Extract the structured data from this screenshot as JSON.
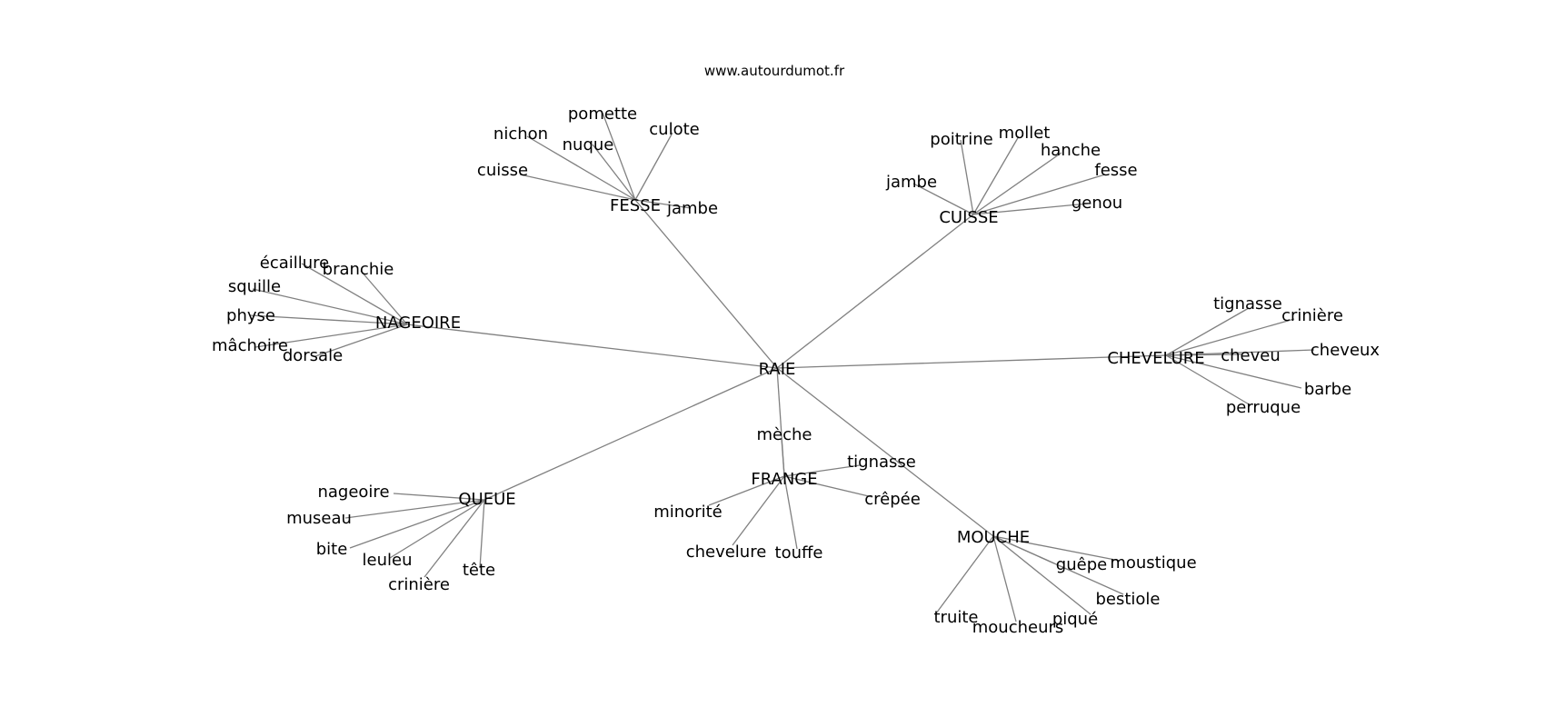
{
  "site_label": "www.autourdumot.fr",
  "graph": {
    "center": "RAIE",
    "clusters": [
      {
        "hub": "FESSE",
        "leaves": [
          "pomette",
          "nichon",
          "nuque",
          "culote",
          "cuisse",
          "jambe"
        ]
      },
      {
        "hub": "CUISSE",
        "leaves": [
          "poitrine",
          "mollet",
          "hanche",
          "fesse",
          "jambe",
          "genou"
        ]
      },
      {
        "hub": "NAGEOIRE",
        "leaves": [
          "écaillure",
          "branchie",
          "squille",
          "physe",
          "mâchoire",
          "dorsale"
        ]
      },
      {
        "hub": "CHEVELURE",
        "leaves": [
          "tignasse",
          "crinière",
          "cheveu",
          "cheveux",
          "barbe",
          "perruque"
        ]
      },
      {
        "hub": "FRANGE",
        "leaves": [
          "mèche",
          "tignasse",
          "crêpée",
          "minorité",
          "chevelure",
          "touffe"
        ]
      },
      {
        "hub": "QUEUE",
        "leaves": [
          "nageoire",
          "museau",
          "bite",
          "leuleu",
          "crinière",
          "tête"
        ]
      },
      {
        "hub": "MOUCHE",
        "leaves": [
          "guêpe",
          "moustique",
          "bestiole",
          "piqué",
          "moucheurs",
          "truite"
        ]
      }
    ]
  }
}
